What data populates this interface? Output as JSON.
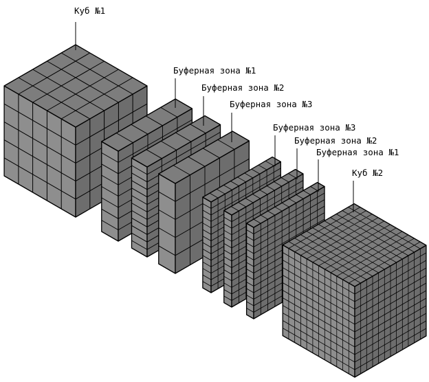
{
  "labels": {
    "cube1": "Куб №1",
    "buffer1_left": "Буферная зона №1",
    "buffer2_left": "Буферная зона №2",
    "buffer3_left": "Буферная зона №3",
    "buffer3_right": "Буферная зона №3",
    "buffer2_right": "Буферная зона №2",
    "buffer1_right": "Буферная зона №1",
    "cube2": "Куб №2"
  },
  "colors": {
    "top": "#7d7d7d",
    "left": "#8e8e8e",
    "right": "#6d6d6d",
    "edge": "#000000"
  }
}
